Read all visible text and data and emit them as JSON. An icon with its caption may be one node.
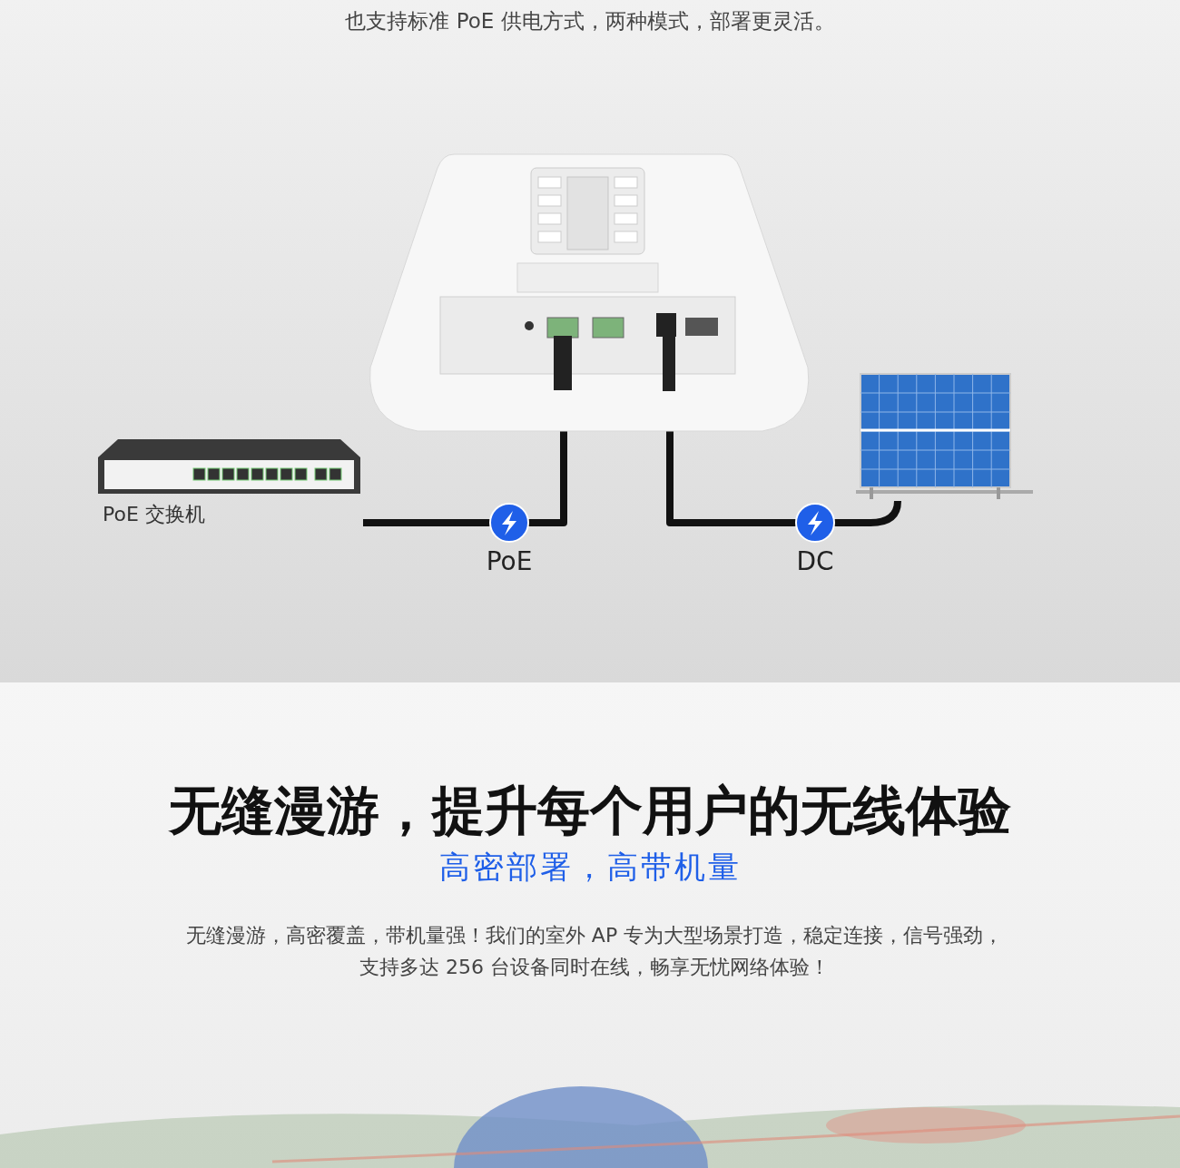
{
  "diagram": {
    "title": "无缝漫游，提升每个用户的无线体验",
    "nodes": [
      {
        "text": [],
        "shape": "picture"
      },
      {
        "text": [
          "PoE 交换机"
        ]
      },
      {
        "text": [],
        "shape": "picture"
      }
    ],
    "edges": [
      {
        "from": 1,
        "to": 0,
        "arrow": "none",
        "label": "PoE"
      },
      {
        "from": 2,
        "to": 0,
        "arrow": "none",
        "label": "DC"
      }
    ],
    "labels": [
      "也支持标准 PoE 供电方式，两种模式，部署更灵活。",
      "高密部署，高带机量",
      "无缝漫游，高密覆盖，带机量强！我们的室外 AP 专为大型场景打造，稳定连接，信号强劲，支持多达 256 台设备同时在线，畅享无忧网络体验！"
    ]
  }
}
